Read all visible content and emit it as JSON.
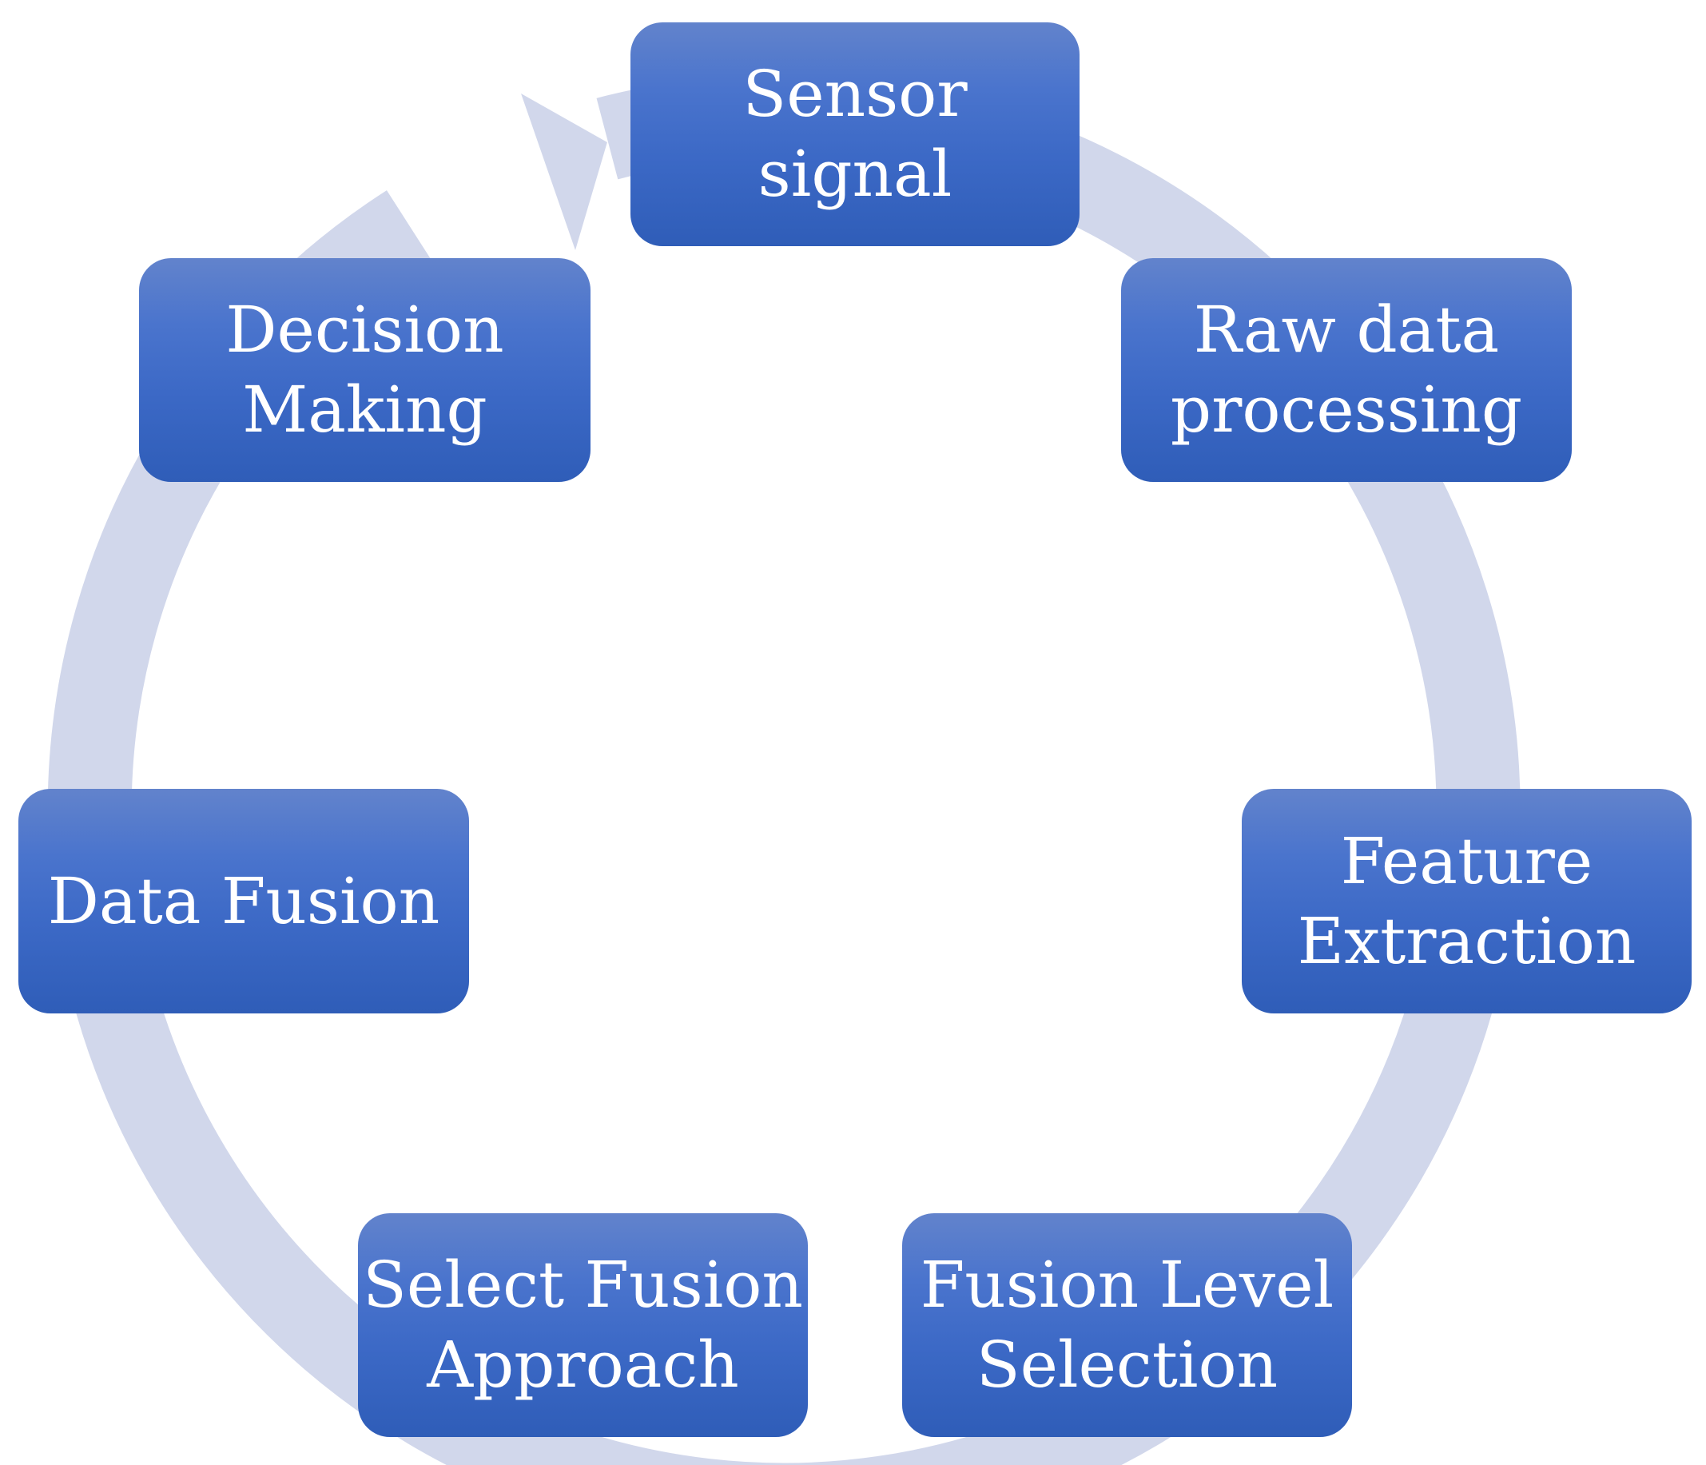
{
  "colors": {
    "ring": "#d1d7eb",
    "node_top": "#6283cc",
    "node_bottom": "#2f5db8",
    "node_text": "#ffffff"
  },
  "nodes": [
    {
      "id": "sensor",
      "lines": [
        "Sensor",
        "signal"
      ]
    },
    {
      "id": "raw",
      "lines": [
        "Raw data",
        "processing"
      ]
    },
    {
      "id": "feature",
      "lines": [
        "Feature",
        "Extraction"
      ]
    },
    {
      "id": "level",
      "lines": [
        "Fusion Level",
        "Selection"
      ]
    },
    {
      "id": "approach",
      "lines": [
        "Select Fusion",
        "Approach"
      ]
    },
    {
      "id": "datafusion",
      "lines": [
        "Data Fusion"
      ]
    },
    {
      "id": "decision",
      "lines": [
        "Decision",
        "Making"
      ]
    }
  ],
  "cycle": {
    "direction": "clockwise",
    "arrowhead_target": "Sensor signal"
  }
}
